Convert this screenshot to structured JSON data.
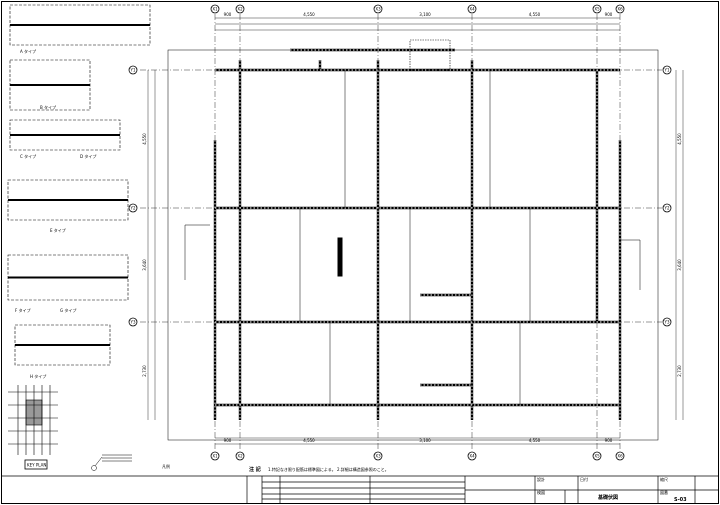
{
  "drawing": {
    "grid_x": [
      "X1",
      "X2",
      "X3",
      "X4",
      "X5",
      "X6"
    ],
    "grid_y": [
      "Y1",
      "Y2",
      "Y3"
    ],
    "dims_top": [
      "900",
      "4,550",
      "3,100",
      "4,550",
      "900"
    ],
    "dims_side": [
      "4,550",
      "3,640",
      "2,730"
    ],
    "detail_labels": [
      "A タイプ",
      "B タイプ",
      "C タイプ",
      "D タイプ",
      "E タイプ",
      "F タイプ",
      "G タイプ",
      "H タイプ"
    ],
    "key_plan_label": "KEY PLAN",
    "legend_text": "凡例",
    "notes_title": "注 記",
    "notes_text": "1.特記なき限り配筋は標準図による。 2.詳細は構造図参照のこと。"
  },
  "title_block": {
    "drawing_name": "基礎伏図",
    "drawing_no": "S-03",
    "scale_label": "縮尺",
    "date_label": "日付",
    "check_label": "検図",
    "design_label": "設計",
    "no_label": "図番"
  },
  "colors": {
    "line": "#000000",
    "bg": "#ffffff"
  }
}
